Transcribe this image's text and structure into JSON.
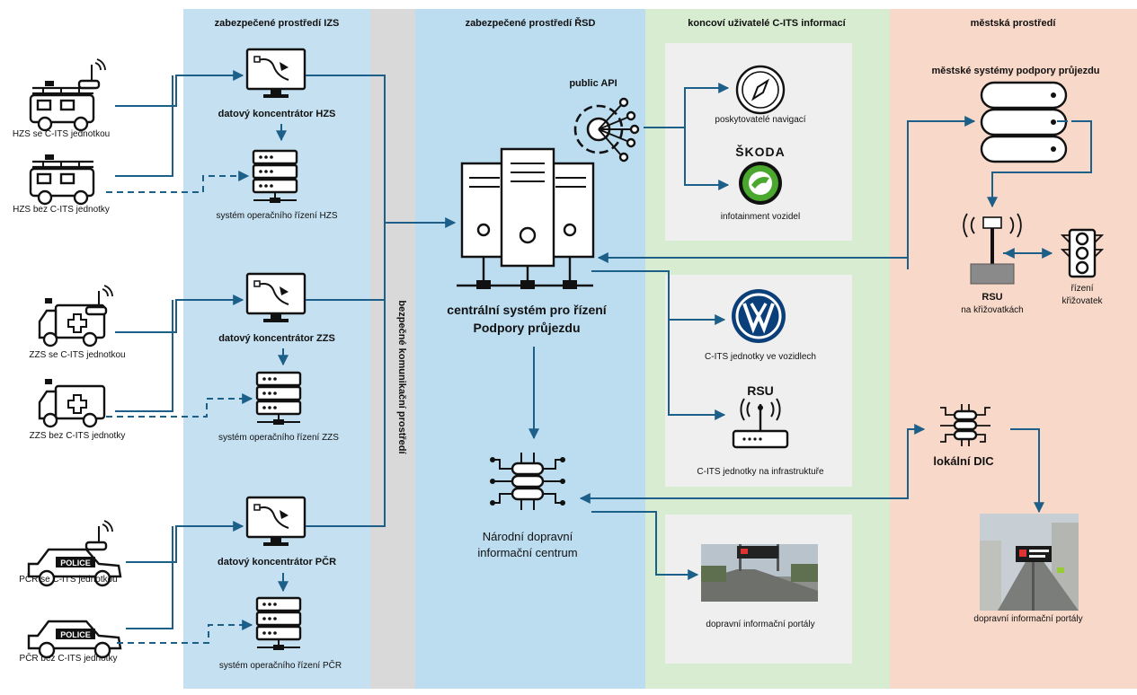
{
  "zones": {
    "izs": "zabezpečené prostředí IZS",
    "comm": "bezpečné komunikační prostředí",
    "rsd": "zabezpečené prostředí ŘSD",
    "users": "koncoví uživatelé C-ITS informací",
    "city": "městská prostředí"
  },
  "vehicles": {
    "hzs_with": "HZS se C-ITS jednotkou",
    "hzs_without": "HZS bez C-ITS jednotky",
    "zzs_with": "ZZS se C-ITS jednotkou",
    "zzs_without": "ZZS bez C-ITS jednotky",
    "pcr_with": "PČR se C-ITS jednotkou",
    "pcr_without": "PČR bez C-ITS jednotky",
    "police_text": "POLICE"
  },
  "izs": {
    "conc_hzs": "datový koncentrátor HZS",
    "ops_hzs": "systém operačního řízení HZS",
    "conc_zzs": "datový koncentrátor ZZS",
    "ops_zzs": "systém operačního řízení ZZS",
    "conc_pcr": "datový koncentrátor PČR",
    "ops_pcr": "systém operačního řízení PČR"
  },
  "rsd": {
    "public_api": "public API",
    "central_line1": "centrální systém pro řízení",
    "central_line2": "Podpory průjezdu",
    "ndic_line1": "Národní dopravní",
    "ndic_line2": "informační centrum"
  },
  "users": {
    "nav": "poskytovatelé navigací",
    "skoda_logo": "ŠKODA",
    "infotainment": "infotainment vozidel",
    "vw_units": "C-ITS jednotky ve vozidlech",
    "rsu_title": "RSU",
    "infra_units": "C-ITS jednotky na infrastruktuře",
    "portals": "dopravní informační portály"
  },
  "city": {
    "systems": "městské systémy podpory průjezdu",
    "rsu_line1": "RSU",
    "rsu_line2": "na křižovatkách",
    "junction_line1": "řízení",
    "junction_line2": "křižovatek",
    "local_dic": "lokální DIC",
    "portals": "dopravní informační portály"
  },
  "colors": {
    "izs_bg": "#c5e0f1",
    "comm_bg": "#d9d9d9",
    "rsd_bg": "#bcdcf0",
    "users_bg": "#d7ecd1",
    "city_bg": "#f8d8c8",
    "line": "#1c5f88"
  }
}
